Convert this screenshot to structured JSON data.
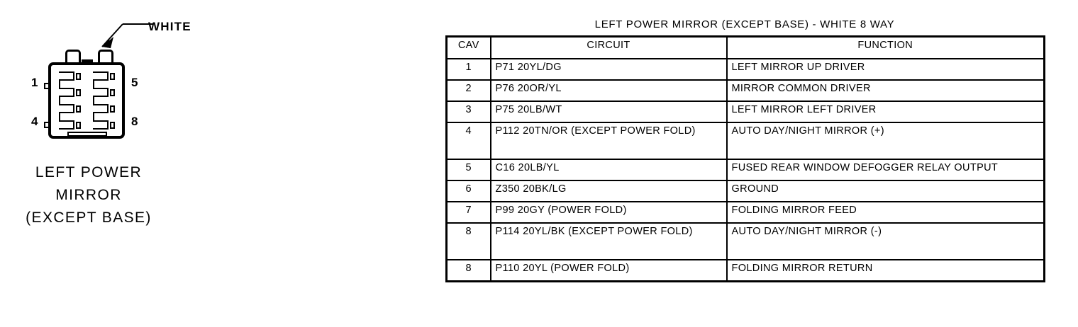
{
  "connector": {
    "callout_label": "WHITE",
    "caption_lines": [
      "LEFT POWER",
      "MIRROR",
      "(EXCEPT BASE)"
    ],
    "pin_numbers": {
      "top_left": "1",
      "bottom_left": "4",
      "top_right": "5",
      "bottom_right": "8"
    },
    "cavity_count": 8
  },
  "table": {
    "title": "LEFT POWER MIRROR (EXCEPT BASE) - WHITE 8 WAY",
    "headers": [
      "CAV",
      "CIRCUIT",
      "FUNCTION"
    ],
    "rows": [
      {
        "cav": "1",
        "circuit": "P71 20YL/DG",
        "function": "LEFT MIRROR UP DRIVER"
      },
      {
        "cav": "2",
        "circuit": "P76 20OR/YL",
        "function": "MIRROR COMMON DRIVER"
      },
      {
        "cav": "3",
        "circuit": "P75 20LB/WT",
        "function": "LEFT MIRROR LEFT DRIVER"
      },
      {
        "cav": "4",
        "circuit": "P112 20TN/OR (EXCEPT POWER FOLD)",
        "function": "AUTO DAY/NIGHT MIRROR (+)"
      },
      {
        "cav": "5",
        "circuit": "C16 20LB/YL",
        "function": "FUSED REAR WINDOW DEFOGGER RELAY OUTPUT"
      },
      {
        "cav": "6",
        "circuit": "Z350 20BK/LG",
        "function": "GROUND"
      },
      {
        "cav": "7",
        "circuit": "P99 20GY (POWER FOLD)",
        "function": "FOLDING MIRROR FEED"
      },
      {
        "cav": "8",
        "circuit": "P114 20YL/BK (EXCEPT POWER FOLD)",
        "function": "AUTO DAY/NIGHT MIRROR (-)"
      },
      {
        "cav": "8",
        "circuit": "P110 20YL (POWER FOLD)",
        "function": "FOLDING MIRROR RETURN"
      }
    ]
  },
  "colors": {
    "ink": "#000000",
    "paper": "#ffffff"
  }
}
